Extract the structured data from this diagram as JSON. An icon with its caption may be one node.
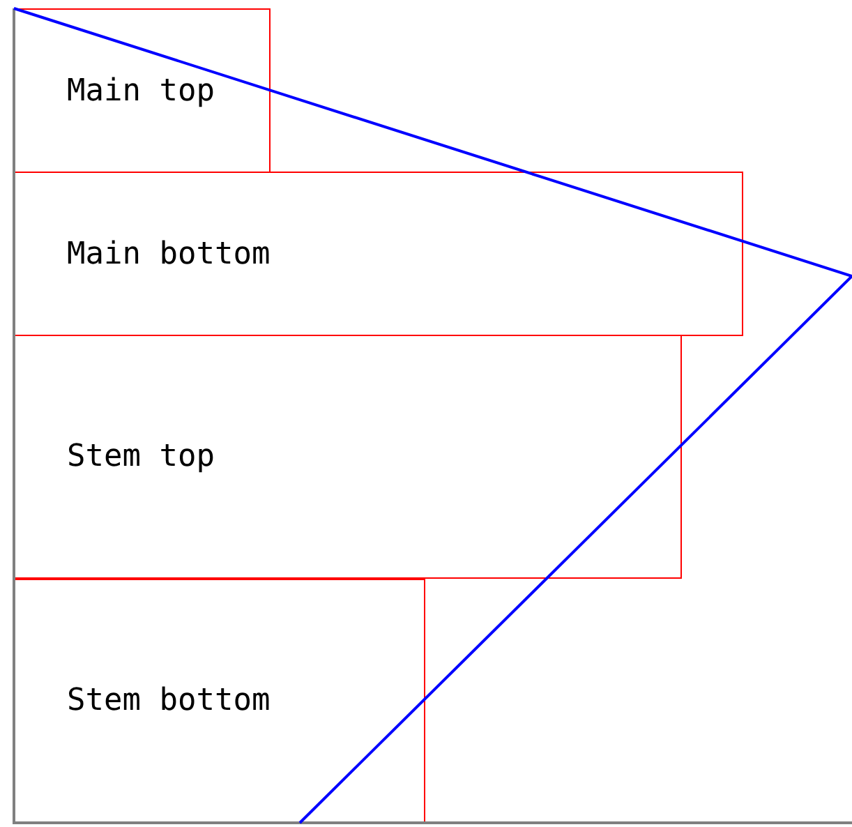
{
  "diagram": {
    "nodes": [
      {
        "text": [
          "Main top"
        ]
      },
      {
        "text": [
          "Main bottom"
        ]
      },
      {
        "text": [
          "Stem top"
        ]
      },
      {
        "text": [
          "Stem bottom"
        ]
      }
    ]
  }
}
